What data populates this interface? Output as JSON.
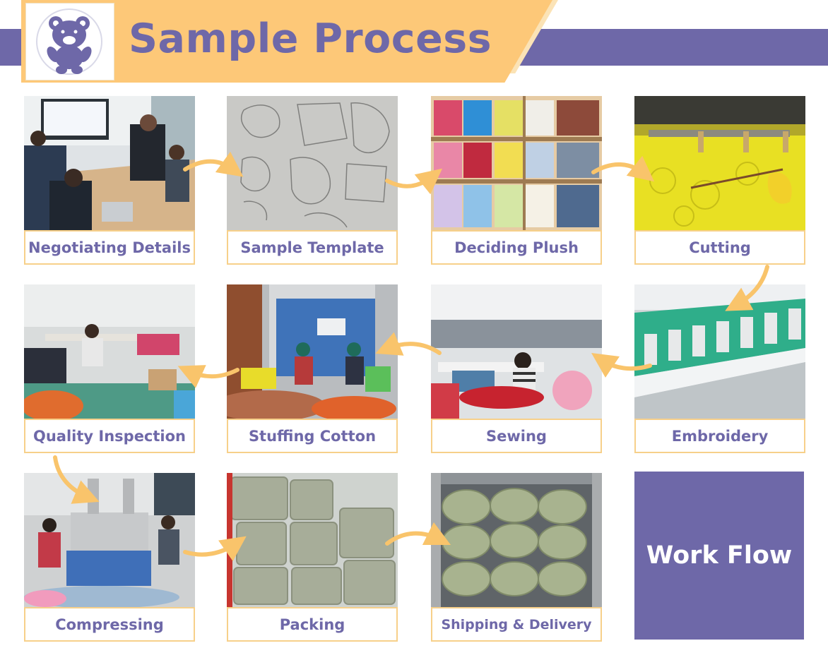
{
  "header": {
    "title": "Sample Process"
  },
  "steps": [
    {
      "label": "Negotiating Details"
    },
    {
      "label": "Sample Template"
    },
    {
      "label": "Deciding Plush"
    },
    {
      "label": "Cutting"
    },
    {
      "label": "Quality Inspection"
    },
    {
      "label": "Stuffing Cotton"
    },
    {
      "label": "Sewing"
    },
    {
      "label": "Embroidery"
    },
    {
      "label": "Compressing"
    },
    {
      "label": "Packing"
    },
    {
      "label": "Shipping & Delivery"
    }
  ],
  "workflow": {
    "label": "Work Flow"
  },
  "colors": {
    "brand": "#6e68a8",
    "banner": "#fdc878",
    "border": "#f7d08a",
    "arrow": "#f9c46b"
  },
  "icons": {
    "logo": "teddy-bear-icon",
    "flow": "curved-arrow-icon"
  }
}
